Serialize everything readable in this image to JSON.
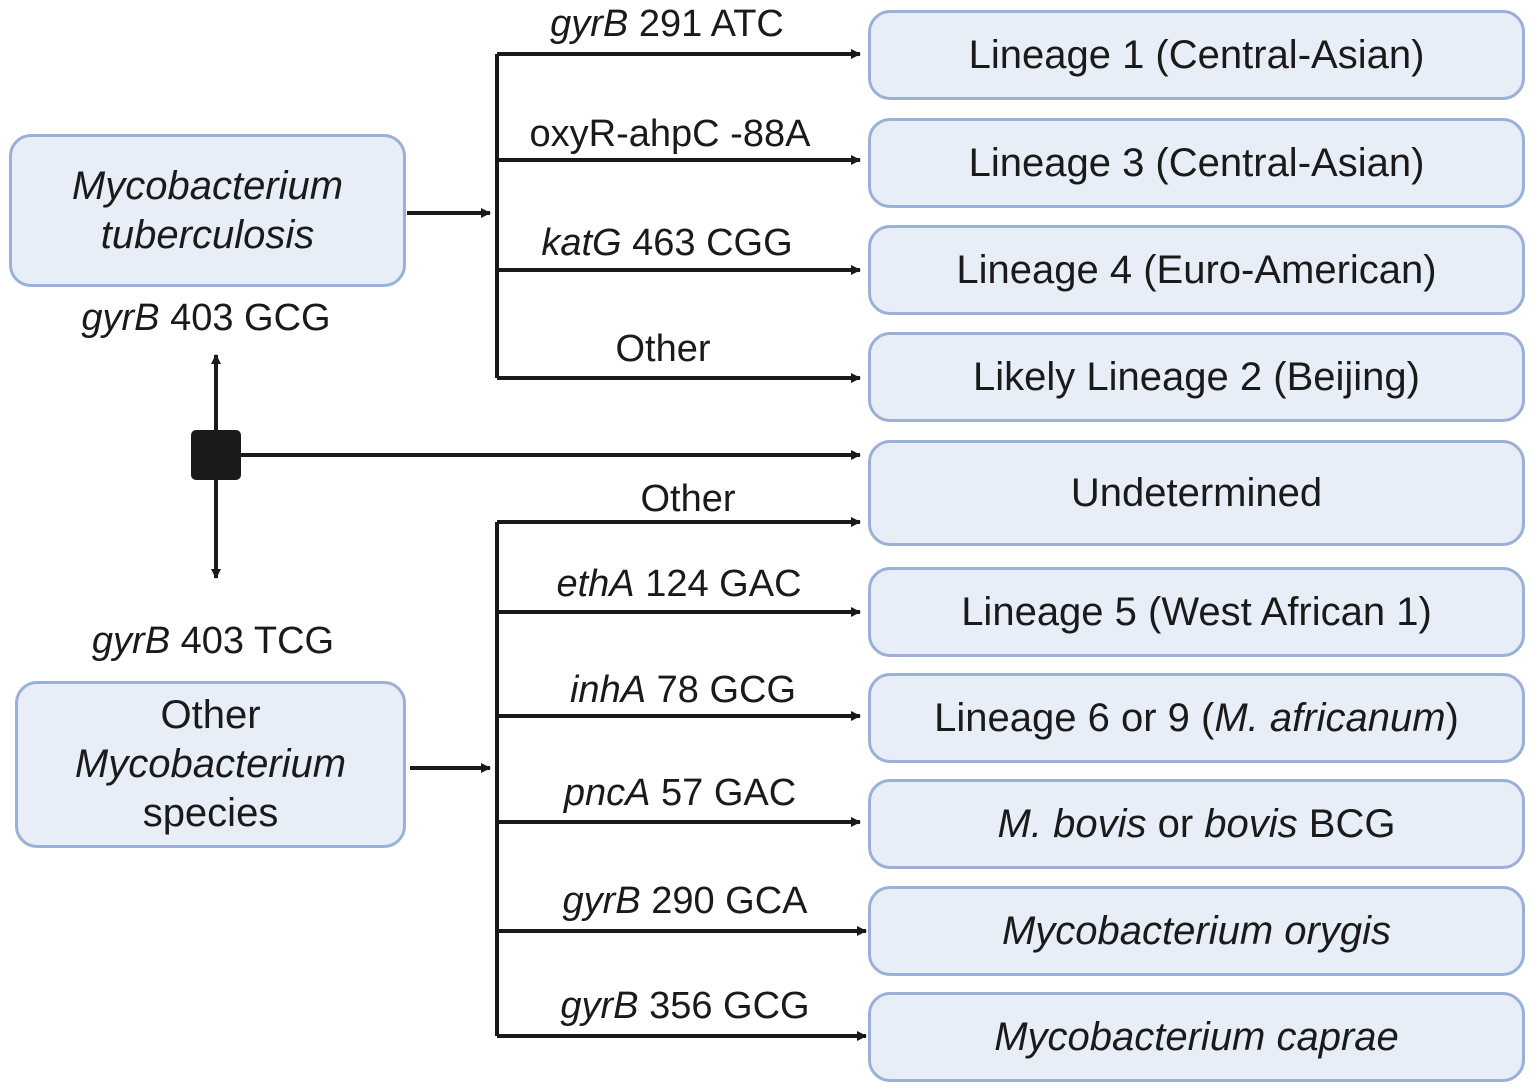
{
  "source_boxes": {
    "mtb": {
      "line1": "Mycobacterium",
      "line2": "tuberculosis"
    },
    "other": {
      "line1": "Other",
      "line2": "Mycobacterium",
      "line3": "species"
    }
  },
  "side_labels": {
    "mtb_marker": {
      "gene": "gyrB",
      "rest": " 403 GCG"
    },
    "other_marker": {
      "gene": "gyrB",
      "rest": " 403 TCG"
    }
  },
  "mtb_branches": [
    {
      "gene": "gyrB",
      "rest": " 291 ATC",
      "target": "Lineage 1 (Central-Asian)"
    },
    {
      "gene": "",
      "rest": "oxyR-ahpC -88A",
      "target": "Lineage 3 (Central-Asian)"
    },
    {
      "gene": "katG",
      "rest": " 463 CGG",
      "target": "Lineage 4 (Euro-American)"
    },
    {
      "gene": "",
      "rest": "Other",
      "target": "Likely Lineage 2 (Beijing)"
    }
  ],
  "undetermined": "Undetermined",
  "other_branches": [
    {
      "gene": "",
      "rest": "Other"
    },
    {
      "gene": "ethA",
      "rest": " 124 GAC",
      "target": "Lineage 5 (West African 1)"
    },
    {
      "gene": "inhA",
      "rest": " 78 GCG",
      "target_pre": "Lineage 6 or 9 (",
      "target_it": "M. africanum",
      "target_post": ")"
    },
    {
      "gene": "pncA",
      "rest": " 57 GAC",
      "target_it1": "M. bovis",
      "target_mid": " or ",
      "target_it2": "bovis",
      "target_post": " BCG"
    },
    {
      "gene": "gyrB",
      "rest": " 290 GCA",
      "target_it": "Mycobacterium orygis"
    },
    {
      "gene": "gyrB",
      "rest": " 356 GCG",
      "target_it": "Mycobacterium caprae"
    }
  ],
  "colors": {
    "box_fill": "#e8eef8",
    "box_border": "#9bb0d6",
    "line": "#1a1a1a"
  }
}
